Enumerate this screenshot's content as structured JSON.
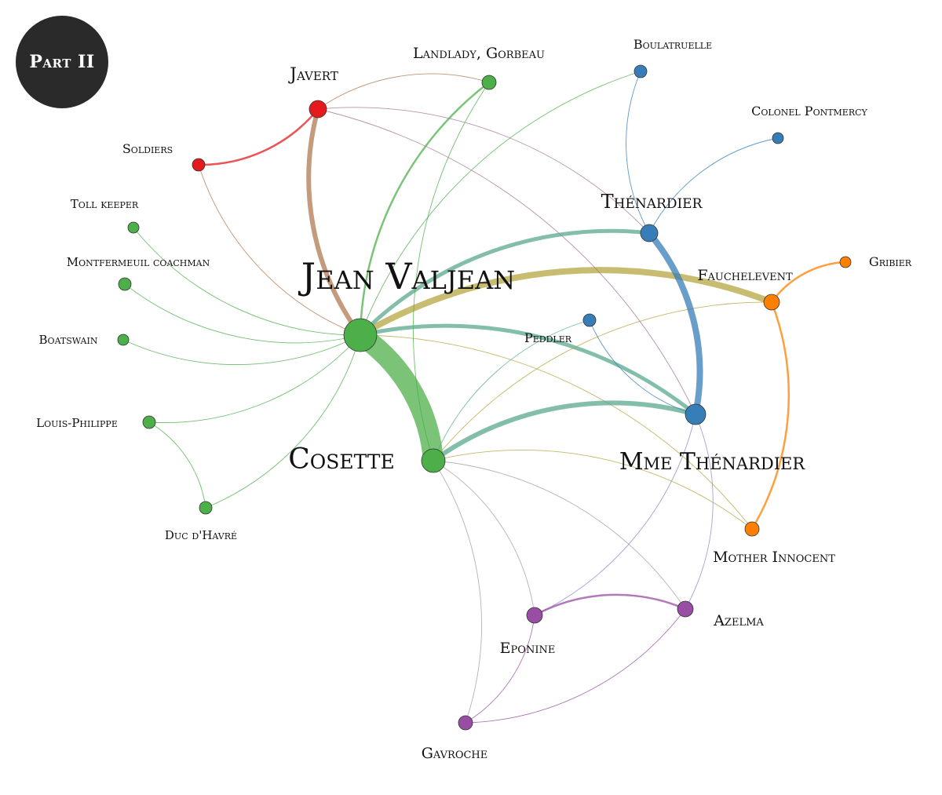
{
  "badge": {
    "label": "Part II"
  },
  "colors": {
    "green": "#4daf4a",
    "red": "#e41a1c",
    "blue": "#377eb8",
    "orange": "#ff7f00",
    "purple": "#984ea3",
    "olive": "#b5a642",
    "teal": "#5aa88f",
    "brown": "#b07a50",
    "mauve": "#a37a9a"
  },
  "characters": [
    {
      "id": "valjean",
      "name": "Jean Valjean",
      "group": "green"
    },
    {
      "id": "cosette",
      "name": "Cosette",
      "group": "green"
    },
    {
      "id": "mme_thenardier",
      "name": "Mme Thénardier",
      "group": "blue"
    },
    {
      "id": "thenardier",
      "name": "Thénardier",
      "group": "blue"
    },
    {
      "id": "javert",
      "name": "Javert",
      "group": "red"
    },
    {
      "id": "soldiers",
      "name": "Soldiers",
      "group": "red"
    },
    {
      "id": "landlady",
      "name": "Landlady, Gorbeau",
      "group": "green"
    },
    {
      "id": "boulatruelle",
      "name": "Boulatruelle",
      "group": "blue"
    },
    {
      "id": "colonel",
      "name": "Colonel Pontmercy",
      "group": "blue"
    },
    {
      "id": "fauchelevent",
      "name": "Fauchelevent",
      "group": "orange"
    },
    {
      "id": "gribier",
      "name": "Gribier",
      "group": "orange"
    },
    {
      "id": "peddler",
      "name": "Peddler",
      "group": "blue"
    },
    {
      "id": "toll",
      "name": "Toll keeper",
      "group": "green"
    },
    {
      "id": "coachman",
      "name": "Montfermeuil coachman",
      "group": "green"
    },
    {
      "id": "boatswain",
      "name": "Boatswain",
      "group": "green"
    },
    {
      "id": "louis",
      "name": "Louis-Philippe",
      "group": "green"
    },
    {
      "id": "duc",
      "name": "Duc d'Havré",
      "group": "green"
    },
    {
      "id": "mother",
      "name": "Mother Innocent",
      "group": "orange"
    },
    {
      "id": "eponine",
      "name": "Eponine",
      "group": "purple"
    },
    {
      "id": "azelma",
      "name": "Azelma",
      "group": "purple"
    },
    {
      "id": "gavroche",
      "name": "Gavroche",
      "group": "purple"
    }
  ],
  "links": [
    {
      "source": "valjean",
      "target": "cosette",
      "strength": 10,
      "color": "green"
    },
    {
      "source": "valjean",
      "target": "javert",
      "strength": 4,
      "color": "brown"
    },
    {
      "source": "valjean",
      "target": "fauchelevent",
      "strength": 5,
      "color": "olive"
    },
    {
      "source": "valjean",
      "target": "thenardier",
      "strength": 3,
      "color": "teal"
    },
    {
      "source": "valjean",
      "target": "mme_thenardier",
      "strength": 3,
      "color": "teal"
    },
    {
      "source": "valjean",
      "target": "landlady",
      "strength": 2,
      "color": "green"
    },
    {
      "source": "valjean",
      "target": "boulatruelle",
      "strength": 1,
      "color": "green"
    },
    {
      "source": "valjean",
      "target": "toll",
      "strength": 1,
      "color": "green"
    },
    {
      "source": "valjean",
      "target": "coachman",
      "strength": 1,
      "color": "green"
    },
    {
      "source": "valjean",
      "target": "boatswain",
      "strength": 1,
      "color": "green"
    },
    {
      "source": "valjean",
      "target": "louis",
      "strength": 1,
      "color": "green"
    },
    {
      "source": "valjean",
      "target": "duc",
      "strength": 1,
      "color": "green"
    },
    {
      "source": "valjean",
      "target": "soldiers",
      "strength": 1,
      "color": "brown"
    },
    {
      "source": "valjean",
      "target": "mother",
      "strength": 1,
      "color": "olive"
    },
    {
      "source": "cosette",
      "target": "mme_thenardier",
      "strength": 4,
      "color": "teal"
    },
    {
      "source": "cosette",
      "target": "fauchelevent",
      "strength": 1,
      "color": "olive"
    },
    {
      "source": "cosette",
      "target": "mother",
      "strength": 1,
      "color": "olive"
    },
    {
      "source": "cosette",
      "target": "eponine",
      "strength": 1,
      "color": "gray"
    },
    {
      "source": "cosette",
      "target": "azelma",
      "strength": 1,
      "color": "gray"
    },
    {
      "source": "cosette",
      "target": "gavroche",
      "strength": 1,
      "color": "gray"
    },
    {
      "source": "cosette",
      "target": "peddler",
      "strength": 1,
      "color": "teal"
    },
    {
      "source": "cosette",
      "target": "landlady",
      "strength": 1,
      "color": "green"
    },
    {
      "source": "javert",
      "target": "soldiers",
      "strength": 2,
      "color": "red"
    },
    {
      "source": "javert",
      "target": "landlady",
      "strength": 1,
      "color": "brown"
    },
    {
      "source": "javert",
      "target": "thenardier",
      "strength": 1,
      "color": "mauve"
    },
    {
      "source": "javert",
      "target": "mme_thenardier",
      "strength": 1,
      "color": "mauve"
    },
    {
      "source": "thenardier",
      "target": "mme_thenardier",
      "strength": 5,
      "color": "blue"
    },
    {
      "source": "thenardier",
      "target": "boulatruelle",
      "strength": 1,
      "color": "blue"
    },
    {
      "source": "thenardier",
      "target": "colonel",
      "strength": 1,
      "color": "blue"
    },
    {
      "source": "fauchelevent",
      "target": "gribier",
      "strength": 2,
      "color": "orange"
    },
    {
      "source": "fauchelevent",
      "target": "mother",
      "strength": 2,
      "color": "orange"
    },
    {
      "source": "mme_thenardier",
      "target": "peddler",
      "strength": 1,
      "color": "blue"
    },
    {
      "source": "mme_thenardier",
      "target": "eponine",
      "strength": 1,
      "color": "slate"
    },
    {
      "source": "mme_thenardier",
      "target": "azelma",
      "strength": 1,
      "color": "slate"
    },
    {
      "source": "eponine",
      "target": "azelma",
      "strength": 2,
      "color": "purple"
    },
    {
      "source": "eponine",
      "target": "gavroche",
      "strength": 1,
      "color": "purple"
    },
    {
      "source": "azelma",
      "target": "gavroche",
      "strength": 1,
      "color": "purple"
    },
    {
      "source": "louis",
      "target": "duc",
      "strength": 1,
      "color": "green"
    }
  ]
}
